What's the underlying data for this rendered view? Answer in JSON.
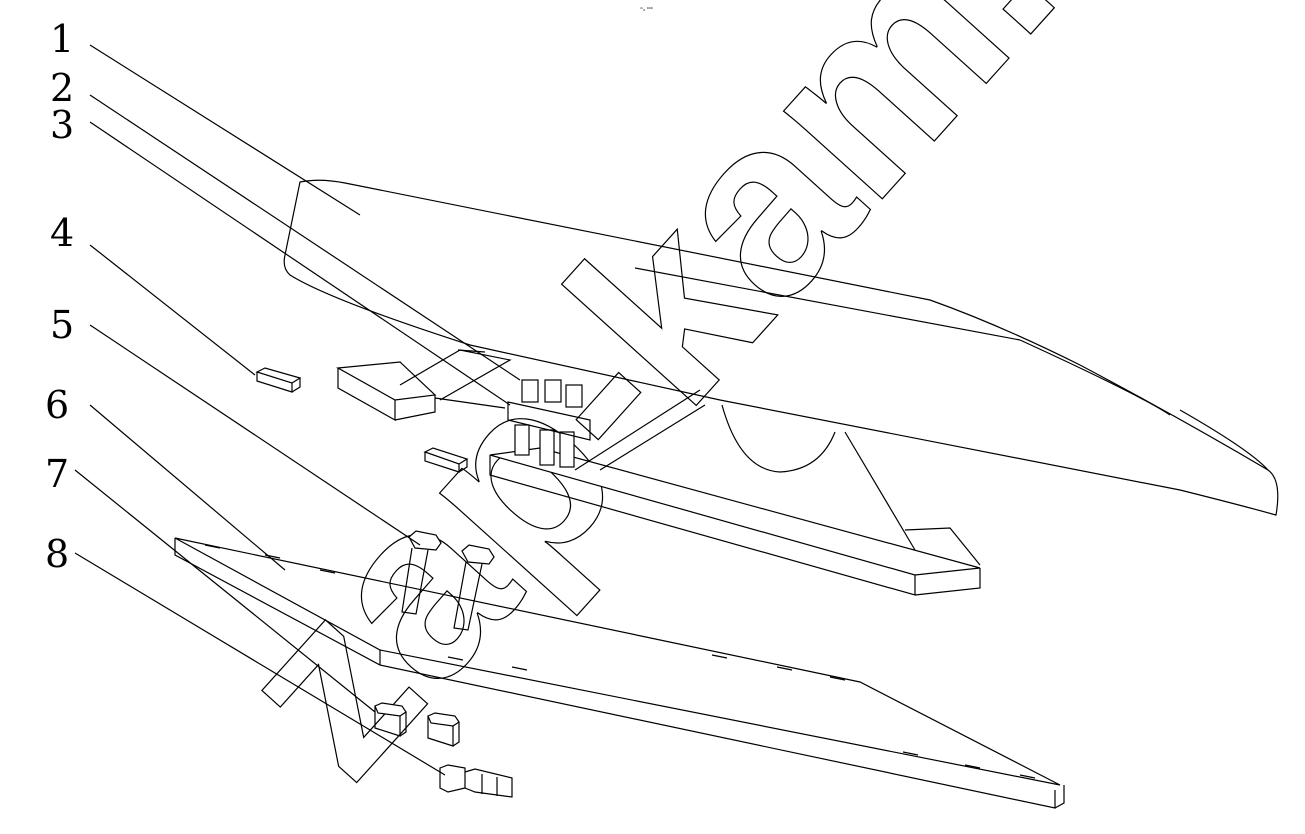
{
  "callouts": [
    "1",
    "2",
    "3",
    "4",
    "5",
    "6",
    "7",
    "8"
  ],
  "watermark": "zap-kam.ru",
  "header_mark": "ᵐ₀ ⁰⁰⁰",
  "colors": {
    "line": "#000000",
    "background": "#ffffff"
  }
}
